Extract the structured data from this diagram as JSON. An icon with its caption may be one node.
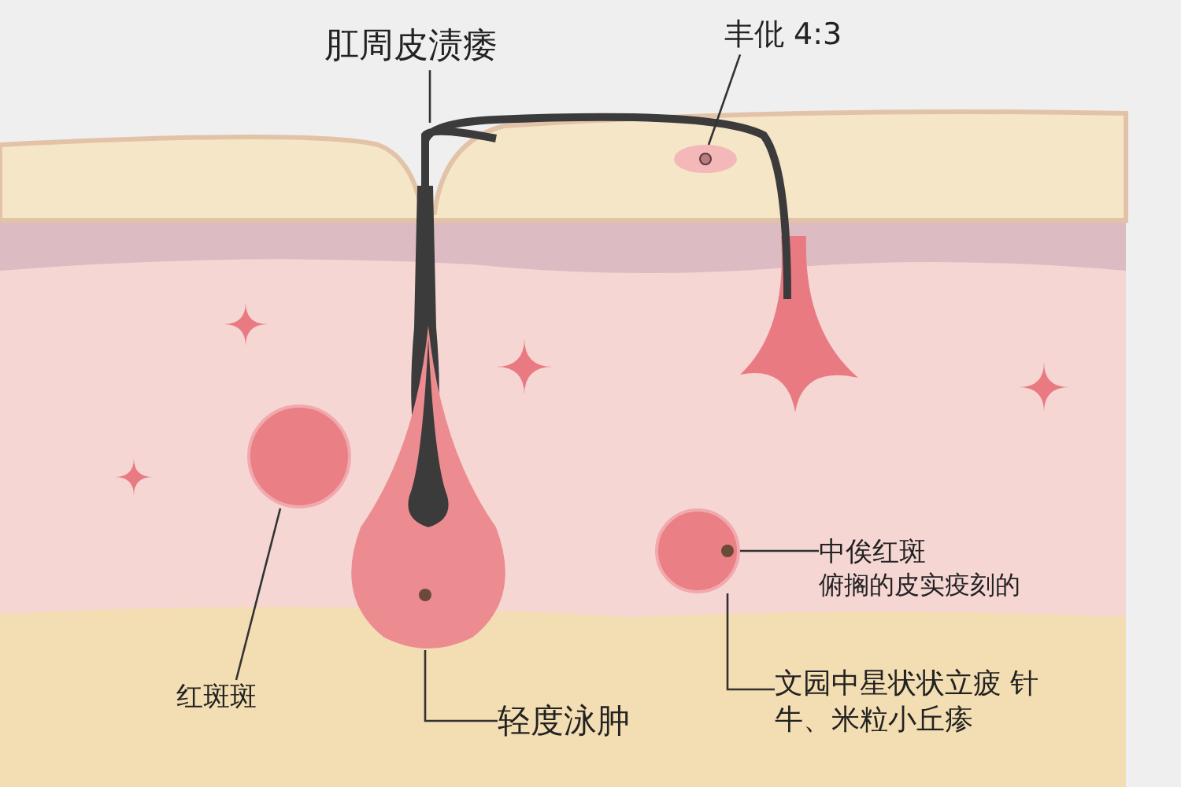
{
  "diagram": {
    "nodes": [
      {
        "text": [
          "肛周皮渍痿"
        ]
      },
      {
        "text": [],
        "shape": "picture"
      },
      {
        "text": [
          "丰仳 4:3"
        ]
      },
      {
        "text": [],
        "shape": "circle"
      },
      {
        "text": [],
        "shape": "circle"
      },
      {
        "text": [],
        "shape": "picture"
      },
      {
        "text": [],
        "shape": "circle"
      },
      {
        "text": [
          "中俟红斑",
          "俯搁的皮实疫刻的"
        ]
      },
      {
        "text": [
          "文园中星状状立疲 针牛、米粒小丘瘆"
        ]
      },
      {
        "text": [
          "红斑斑"
        ]
      },
      {
        "text": [
          "轻度泳肿"
        ]
      }
    ],
    "edges": [
      {
        "from": 0,
        "to": 1,
        "arrow": "none"
      },
      {
        "from": 2,
        "to": 3,
        "arrow": "none"
      },
      {
        "from": 7,
        "to": 6,
        "arrow": "none"
      },
      {
        "from": 8,
        "to": 6,
        "arrow": "none"
      },
      {
        "from": 9,
        "to": 4,
        "arrow": "none"
      },
      {
        "from": 10,
        "to": 5,
        "arrow": "none"
      }
    ]
  }
}
